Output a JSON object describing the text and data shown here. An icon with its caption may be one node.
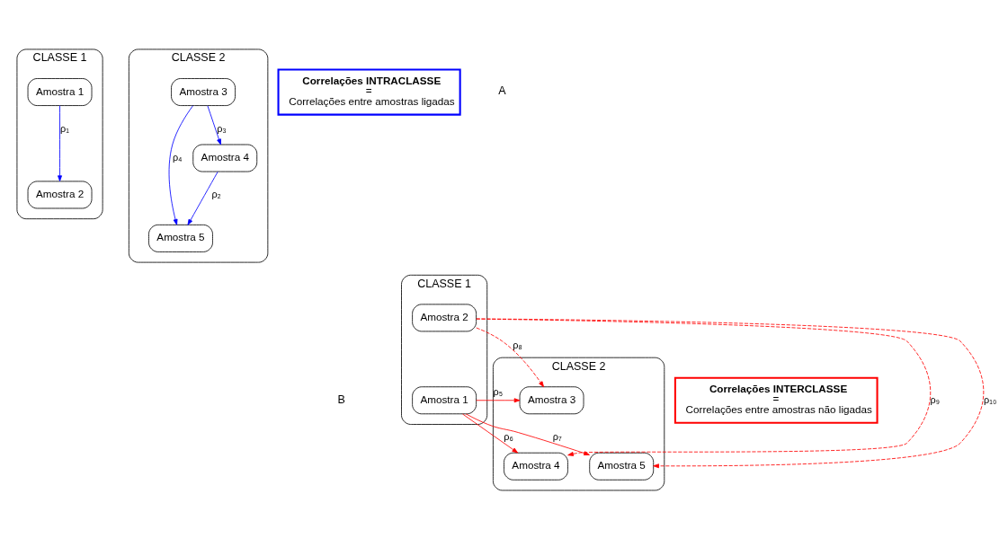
{
  "diagram": {
    "nodes": [
      {
        "text": [
          "CLASSE 1"
        ]
      },
      {
        "text": [
          "Amostra 1"
        ],
        "in": 0
      },
      {
        "text": [
          "Amostra 2"
        ],
        "in": 0
      },
      {
        "text": [
          "CLASSE 2"
        ]
      },
      {
        "text": [
          "Amostra 3"
        ],
        "in": 3
      },
      {
        "text": [
          "Amostra 4"
        ],
        "in": 3
      },
      {
        "text": [
          "Amostra 5"
        ],
        "in": 3
      },
      {
        "text": [
          "Correlações INTRACLASSE",
          "=",
          "Correlações entre amostras ligadas"
        ]
      },
      {
        "text": [
          "CLASSE 1"
        ]
      },
      {
        "text": [
          "Amostra 1"
        ],
        "in": 8
      },
      {
        "text": [
          "Amostra 2"
        ],
        "in": 8
      },
      {
        "text": [
          "CLASSE 2"
        ]
      },
      {
        "text": [
          "Amostra 3"
        ],
        "in": 11
      },
      {
        "text": [
          "Amostra 4"
        ],
        "in": 11
      },
      {
        "text": [
          "Amostra 5"
        ],
        "in": 11
      },
      {
        "text": [
          "Correlações INTERCLASSE",
          "=",
          "Correlações entre amostras não ligadas"
        ]
      }
    ],
    "edges": [
      {
        "from": 1,
        "to": 2,
        "arrow": "to",
        "label": "ρ₁",
        "color": "#0000ff"
      },
      {
        "from": 5,
        "to": 6,
        "arrow": "to",
        "label": "ρ₂",
        "color": "#0000ff"
      },
      {
        "from": 4,
        "to": 5,
        "arrow": "to",
        "label": "ρ₃",
        "color": "#0000ff"
      },
      {
        "from": 4,
        "to": 6,
        "arrow": "to",
        "label": "ρ₄",
        "color": "#0000ff"
      },
      {
        "from": 9,
        "to": 12,
        "arrow": "to",
        "label": "ρ₅",
        "color": "#ff0000"
      },
      {
        "from": 9,
        "to": 13,
        "arrow": "to",
        "label": "ρ₆",
        "color": "#ff0000"
      },
      {
        "from": 9,
        "to": 14,
        "arrow": "to",
        "label": "ρ₇",
        "color": "#ff0000"
      },
      {
        "from": 10,
        "to": 12,
        "arrow": "to",
        "label": "ρ₈",
        "style": "dashed",
        "color": "#ff0000"
      },
      {
        "from": 10,
        "to": 13,
        "arrow": "to",
        "label": "ρ₉",
        "style": "dashed",
        "color": "#ff0000"
      },
      {
        "from": 10,
        "to": 14,
        "arrow": "to",
        "label": "ρ₁₀",
        "style": "dashed",
        "color": "#ff0000"
      }
    ],
    "labels": [
      "A",
      "B"
    ]
  }
}
